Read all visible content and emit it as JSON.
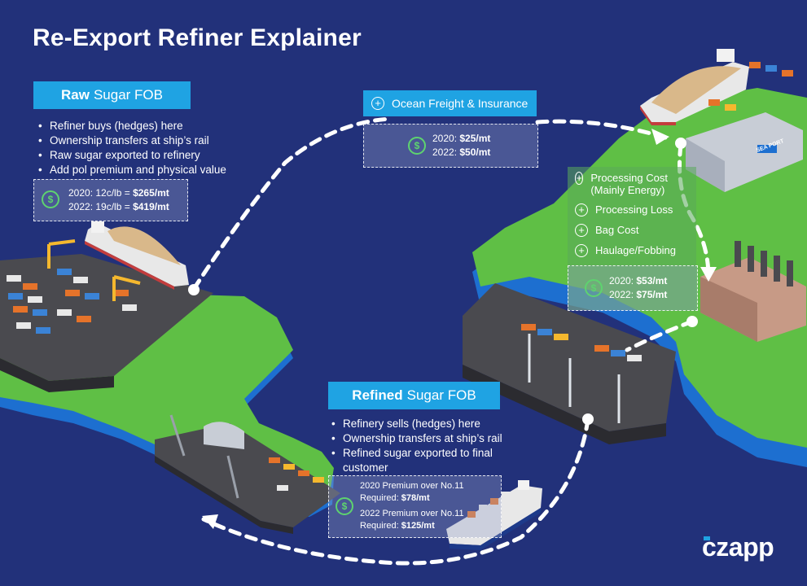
{
  "title": "Re-Export Refiner Explainer",
  "raw_fob": {
    "label_bold": "Raw",
    "label_rest": "Sugar FOB",
    "bullets": [
      "Refiner buys (hedges) here",
      "Ownership transfers at ship’s rail",
      "Raw sugar exported to refinery",
      "Add pol premium and physical value"
    ],
    "prices": {
      "line1_prefix": "2020: 12c/lb = ",
      "line1_value": "$265/mt",
      "line2_prefix": "2022: 19c/lb = ",
      "line2_value": "$419/mt"
    },
    "icon": "dollar-coin-icon"
  },
  "freight": {
    "label": "Ocean Freight & Insurance",
    "icon": "plus-circle-icon",
    "line1_prefix": "2020: ",
    "line1_value": "$25/mt",
    "line2_prefix": "2022: ",
    "line2_value": "$50/mt"
  },
  "processing": {
    "items": [
      "Processing Cost (Mainly Energy)",
      "Processing Loss",
      "Bag Cost",
      "Haulage/Fobbing"
    ],
    "line1_prefix": "2020: ",
    "line1_value": "$53/mt",
    "line2_prefix": "2022: ",
    "line2_value": "$75/mt"
  },
  "refined_fob": {
    "label_bold": "Refined",
    "label_rest": "Sugar FOB",
    "bullets": [
      "Refinery sells (hedges) here",
      "Ownership transfers at ship’s rail",
      "Refined sugar exported to final customer"
    ],
    "premium_2020_label": "2020 Premium over No.11",
    "premium_2020_req_prefix": "Required: ",
    "premium_2020_req_value": "$78/mt",
    "premium_2022_label": "2022 Premium over No.11",
    "premium_2022_req_prefix": "Required: ",
    "premium_2022_req_value": "$125/mt"
  },
  "seaport_sign": "SEA PORT",
  "logo": "czapp",
  "colors": {
    "background": "#22317a",
    "accent": "#1fa3e3",
    "land": "#5fbf45",
    "coin": "#5ed36f"
  }
}
